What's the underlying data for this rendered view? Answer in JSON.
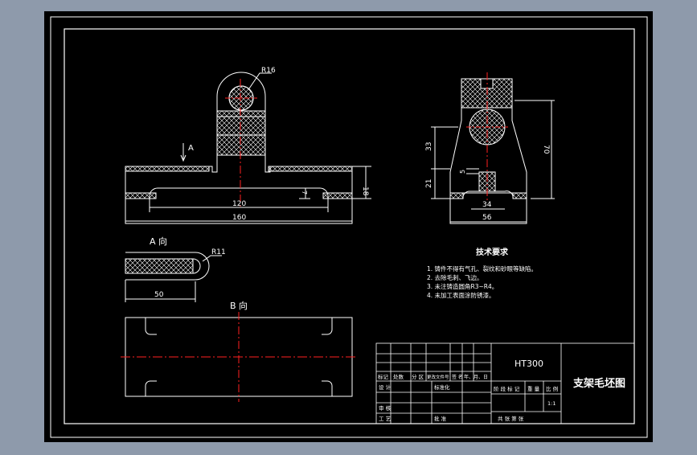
{
  "labels": {
    "radius_top": "R16",
    "view_marker": "A",
    "dim_120": "120",
    "dim_160": "160",
    "dim_18": "18",
    "dim_7": "7",
    "radius_slot": "R11",
    "dim_50": "50",
    "view_a_title": "A 向",
    "view_b_title": "B 向",
    "dim_33": "33",
    "dim_21": "21",
    "dim_5": "5",
    "dim_70": "70",
    "dim_34": "34",
    "dim_56": "56"
  },
  "tech": {
    "title": "技术要求",
    "items": [
      "1. 铸件不得有气孔、裂纹和砂眼等缺陷。",
      "2. 去除毛刺、飞边。",
      "3. 未注铸造圆角R3~R4。",
      "4. 未加工表面涂防锈漆。"
    ]
  },
  "title_block": {
    "material": "HT300",
    "part_name": "支架毛坯图",
    "rev_headers": [
      "标记",
      "处数",
      "分 区",
      "更改文件号",
      "签 名",
      "年、月、日"
    ],
    "designer": "设 计",
    "standardize": "标准化",
    "checker": "审 核",
    "process": "工 艺",
    "approve": "批 准",
    "stage_mark": "阶 段 标 记",
    "weight": "重 量",
    "scale": "比 例",
    "scale_value": "1:1",
    "sheets": "共 张 第 张"
  }
}
